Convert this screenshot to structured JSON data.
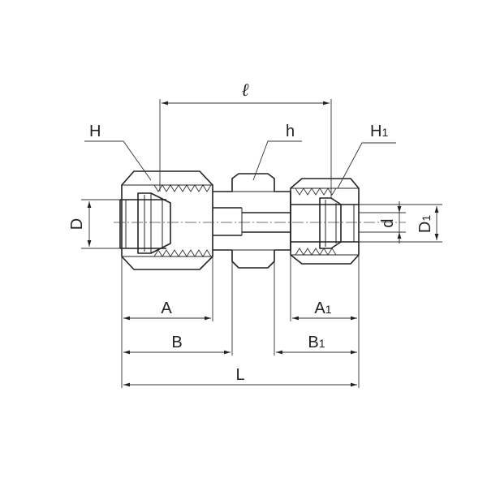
{
  "labels": {
    "H": "H",
    "h": "h",
    "H1": "H",
    "H1_sub": "1",
    "ell": "ℓ",
    "D": "D",
    "d": "d",
    "D1": "D",
    "D1_sub": "1",
    "A": "A",
    "A1": "A",
    "A1_sub": "1",
    "B": "B",
    "B1": "B",
    "B1_sub": "1",
    "L": "L"
  }
}
